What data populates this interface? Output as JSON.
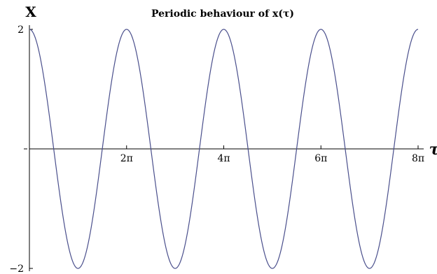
{
  "chart_data": {
    "type": "line",
    "title": "Periodic behaviour of x(τ)",
    "xlabel": "τ",
    "ylabel": "X",
    "function": "2 cos(τ)",
    "xlim": [
      0,
      25.2
    ],
    "ylim": [
      -2,
      2
    ],
    "x_ticks": [
      {
        "value": 6.2832,
        "label": "2π"
      },
      {
        "value": 12.5664,
        "label": "4π"
      },
      {
        "value": 18.8496,
        "label": "6π"
      },
      {
        "value": 25.1327,
        "label": "8π"
      }
    ],
    "y_ticks": [
      {
        "value": 2,
        "label": "2"
      },
      {
        "value": 0,
        "label": ""
      },
      {
        "value": -2,
        "label": "−2"
      }
    ],
    "series": [
      {
        "color": "#4a4f8c",
        "x": [
          0,
          1.5708,
          3.1416,
          4.7124,
          6.2832,
          7.854,
          9.4248,
          10.9956,
          12.5664,
          14.1372,
          15.708,
          17.2788,
          18.8496,
          20.4204,
          21.9911,
          23.5619,
          25.1327
        ],
        "y": [
          2,
          0,
          -2,
          0,
          2,
          0,
          -2,
          0,
          2,
          0,
          -2,
          0,
          2,
          0,
          -2,
          0,
          2
        ]
      }
    ],
    "grid": false,
    "axis_color": "#000000"
  }
}
